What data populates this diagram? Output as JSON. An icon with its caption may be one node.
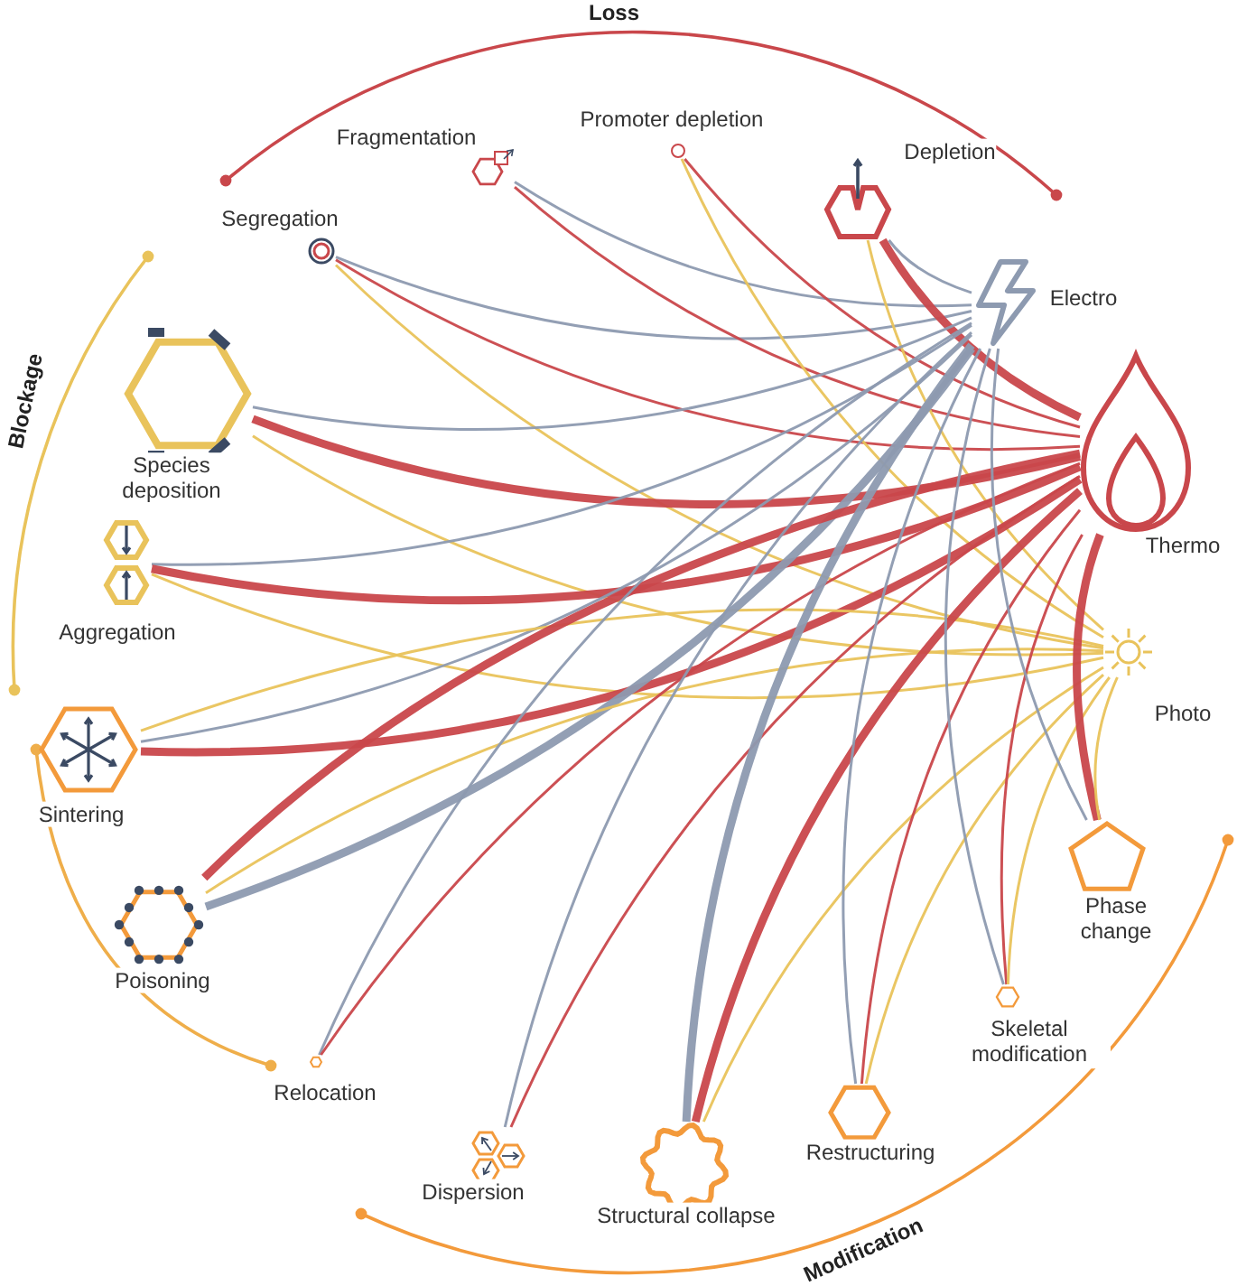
{
  "diagram": {
    "nodes": [
      {
        "text": [
          "Segregation"
        ]
      },
      {
        "text": [
          "Fragmentation"
        ]
      },
      {
        "text": [
          "Promoter depletion"
        ]
      },
      {
        "text": [
          "Depletion"
        ]
      },
      {
        "text": [
          "Species deposition"
        ]
      },
      {
        "text": [
          "Aggregation"
        ]
      },
      {
        "text": [
          "Sintering"
        ]
      },
      {
        "text": [
          "Poisoning"
        ]
      },
      {
        "text": [
          "Relocation"
        ]
      },
      {
        "text": [
          "Dispersion"
        ]
      },
      {
        "text": [
          "Structural collapse"
        ]
      },
      {
        "text": [
          "Restructuring"
        ]
      },
      {
        "text": [
          "Skeletal modification"
        ]
      },
      {
        "text": [
          "Phase change"
        ]
      },
      {
        "text": [
          "Electro"
        ]
      },
      {
        "text": [
          "Thermo"
        ]
      },
      {
        "text": [
          "Photo"
        ]
      }
    ],
    "edges": [
      {
        "from": 0,
        "to": 14,
        "arrow": "none",
        "color": "#8d9ab0"
      },
      {
        "from": 0,
        "to": 15,
        "arrow": "none"
      },
      {
        "from": 0,
        "to": 16,
        "arrow": "none",
        "color": "#e9c35b"
      },
      {
        "from": 1,
        "to": 14,
        "arrow": "none",
        "color": "#8d9ab0"
      },
      {
        "from": 1,
        "to": 15,
        "arrow": "none"
      },
      {
        "from": 2,
        "to": 15,
        "arrow": "none"
      },
      {
        "from": 2,
        "to": 16,
        "arrow": "none",
        "color": "#e9c35b"
      },
      {
        "from": 3,
        "to": 14,
        "arrow": "none",
        "color": "#8d9ab0"
      },
      {
        "from": 3,
        "to": 15,
        "arrow": "none",
        "style": "thick"
      },
      {
        "from": 3,
        "to": 16,
        "arrow": "none",
        "color": "#e9c35b"
      },
      {
        "from": 4,
        "to": 14,
        "arrow": "none",
        "color": "#8d9ab0"
      },
      {
        "from": 4,
        "to": 15,
        "arrow": "none",
        "style": "thick"
      },
      {
        "from": 4,
        "to": 16,
        "arrow": "none",
        "color": "#e9c35b"
      },
      {
        "from": 5,
        "to": 14,
        "arrow": "none",
        "color": "#8d9ab0"
      },
      {
        "from": 5,
        "to": 15,
        "arrow": "none",
        "style": "thick"
      },
      {
        "from": 5,
        "to": 16,
        "arrow": "none",
        "color": "#e9c35b"
      },
      {
        "from": 6,
        "to": 14,
        "arrow": "none",
        "color": "#8d9ab0"
      },
      {
        "from": 6,
        "to": 15,
        "arrow": "none",
        "style": "thick"
      },
      {
        "from": 6,
        "to": 16,
        "arrow": "none",
        "color": "#e9c35b"
      },
      {
        "from": 7,
        "to": 14,
        "arrow": "none",
        "color": "#8d9ab0",
        "style": "thick"
      },
      {
        "from": 7,
        "to": 15,
        "arrow": "none",
        "style": "thick"
      },
      {
        "from": 7,
        "to": 16,
        "arrow": "none",
        "color": "#e9c35b"
      },
      {
        "from": 8,
        "to": 14,
        "arrow": "none",
        "color": "#8d9ab0"
      },
      {
        "from": 8,
        "to": 15,
        "arrow": "none"
      },
      {
        "from": 9,
        "to": 14,
        "arrow": "none",
        "color": "#8d9ab0"
      },
      {
        "from": 9,
        "to": 15,
        "arrow": "none"
      },
      {
        "from": 10,
        "to": 14,
        "arrow": "none",
        "color": "#8d9ab0",
        "style": "thick"
      },
      {
        "from": 10,
        "to": 15,
        "arrow": "none",
        "style": "thick"
      },
      {
        "from": 10,
        "to": 16,
        "arrow": "none",
        "color": "#e9c35b"
      },
      {
        "from": 11,
        "to": 14,
        "arrow": "none",
        "color": "#8d9ab0"
      },
      {
        "from": 11,
        "to": 15,
        "arrow": "none"
      },
      {
        "from": 11,
        "to": 16,
        "arrow": "none",
        "color": "#e9c35b"
      },
      {
        "from": 12,
        "to": 14,
        "arrow": "none",
        "color": "#8d9ab0"
      },
      {
        "from": 12,
        "to": 15,
        "arrow": "none"
      },
      {
        "from": 12,
        "to": 16,
        "arrow": "none",
        "color": "#e9c35b"
      },
      {
        "from": 13,
        "to": 14,
        "arrow": "none",
        "color": "#8d9ab0"
      },
      {
        "from": 13,
        "to": 15,
        "arrow": "none",
        "style": "thick"
      },
      {
        "from": 13,
        "to": 16,
        "arrow": "none",
        "color": "#e9c35b"
      }
    ],
    "labels": [
      "Loss",
      "Blockage",
      "Modification"
    ]
  }
}
